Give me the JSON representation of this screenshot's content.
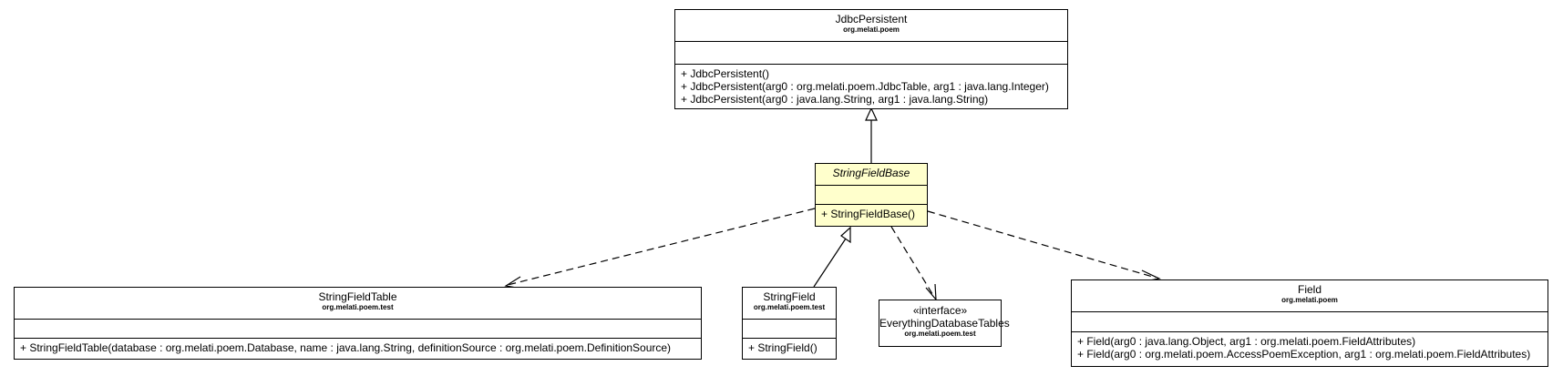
{
  "classes": {
    "jdbc_persistent": {
      "name": "JdbcPersistent",
      "package": "org.melati.poem",
      "operations": [
        "+ JdbcPersistent()",
        "+ JdbcPersistent(arg0 : org.melati.poem.JdbcTable, arg1 : java.lang.Integer)",
        "+ JdbcPersistent(arg0 : java.lang.String, arg1 : java.lang.String)"
      ]
    },
    "string_field_base": {
      "name": "StringFieldBase",
      "operations": [
        "+ StringFieldBase()"
      ]
    },
    "string_field_table": {
      "name": "StringFieldTable",
      "package": "org.melati.poem.test",
      "operations": [
        "+ StringFieldTable(database : org.melati.poem.Database, name : java.lang.String, definitionSource : org.melati.poem.DefinitionSource)"
      ]
    },
    "string_field": {
      "name": "StringField",
      "package": "org.melati.poem.test",
      "operations": [
        "+ StringField()"
      ]
    },
    "everything_database_tables": {
      "stereotype": "«interface»",
      "name": "EverythingDatabaseTables",
      "package": "org.melati.poem.test"
    },
    "field": {
      "name": "Field",
      "package": "org.melati.poem",
      "operations": [
        "+ Field(arg0 : java.lang.Object, arg1 : org.melati.poem.FieldAttributes)",
        "+ Field(arg0 : org.melati.poem.AccessPoemException, arg1 : org.melati.poem.FieldAttributes)"
      ]
    }
  },
  "colors": {
    "focus_fill": "#ffffcc",
    "line": "#000000",
    "background": "#ffffff"
  }
}
